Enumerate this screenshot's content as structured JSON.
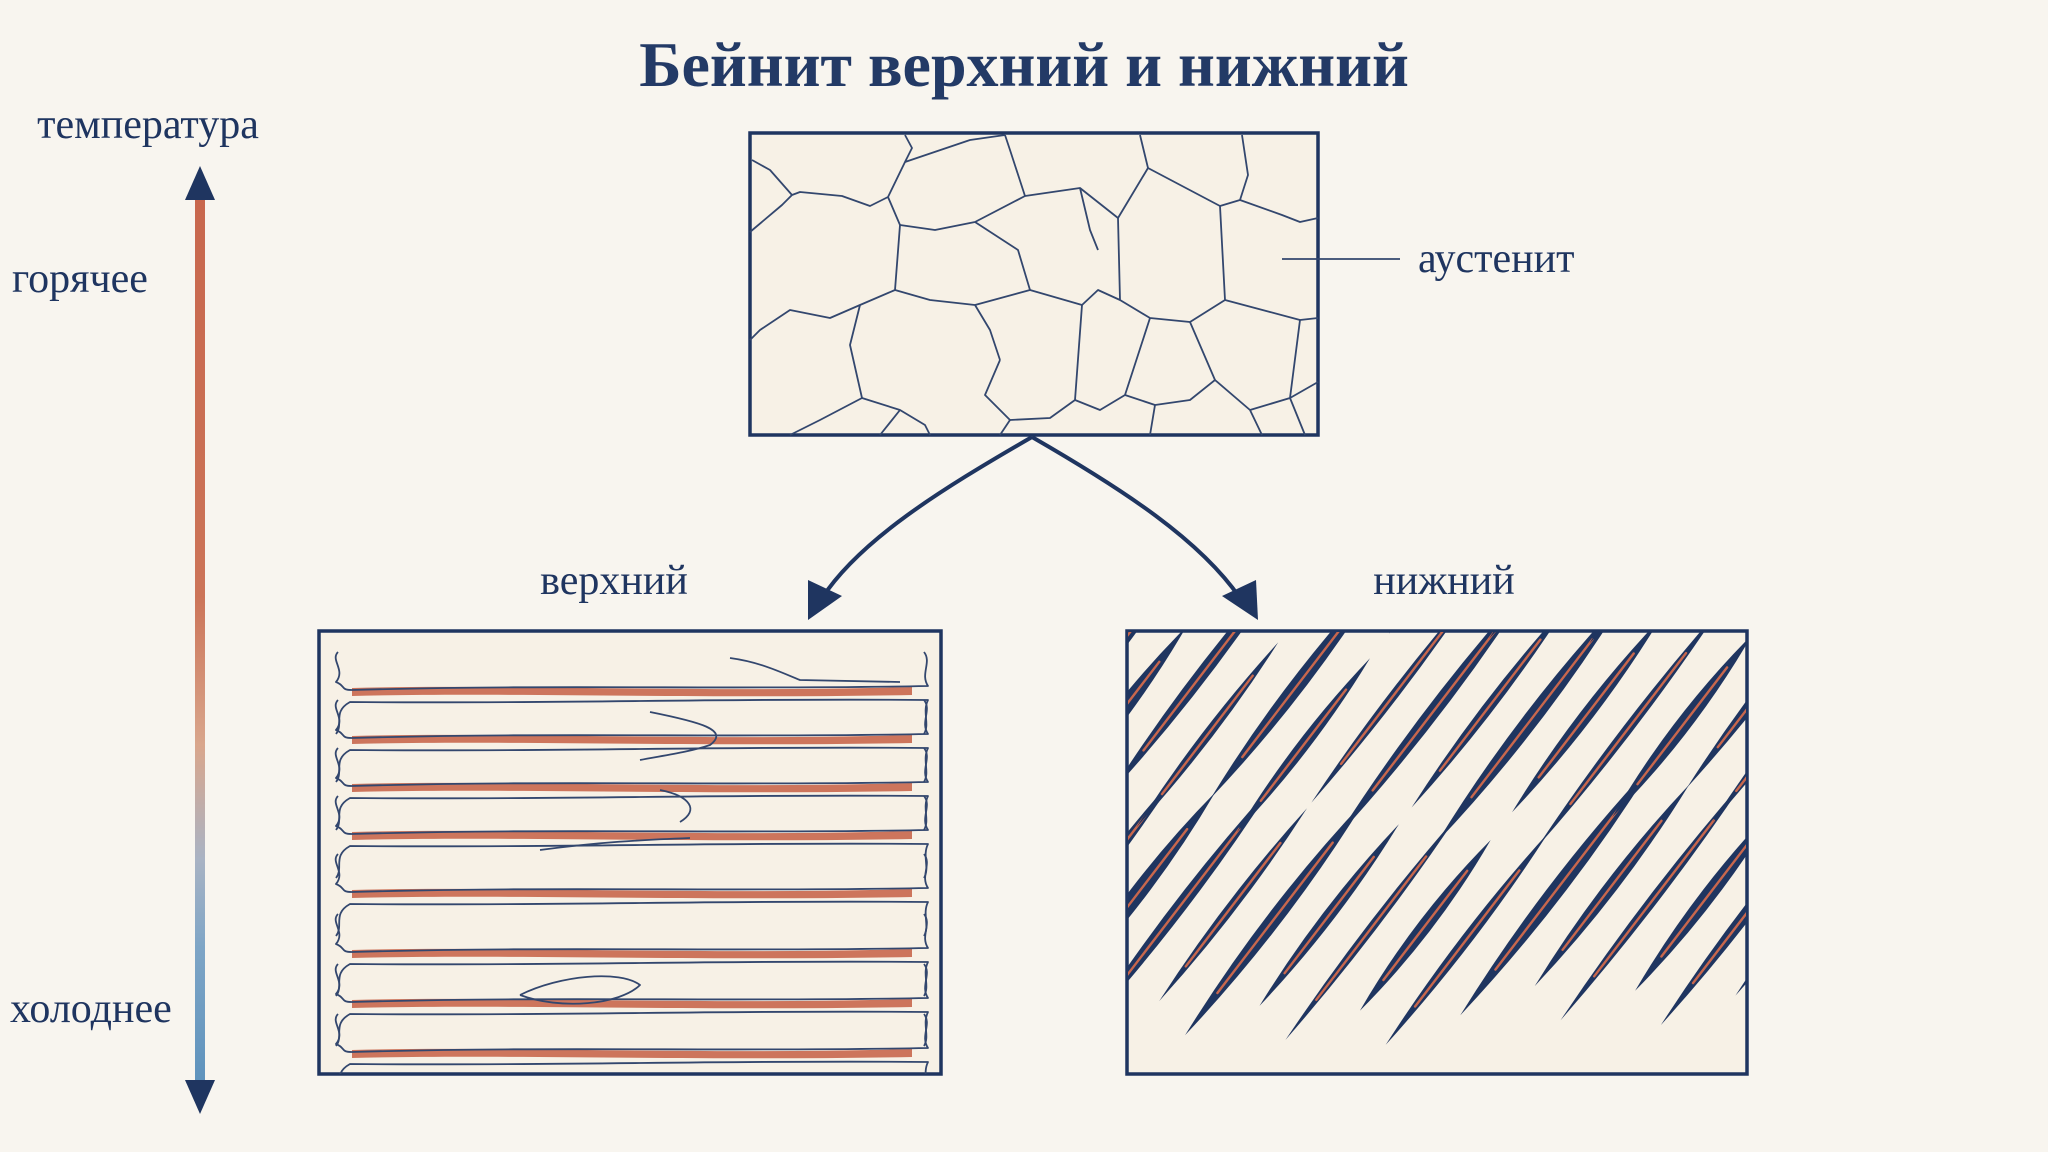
{
  "title": "Бейнит верхний и нижний",
  "temperature_axis": {
    "label": "температура",
    "hot_label": "горячее",
    "cold_label": "холоднее",
    "hot_color": "#c8674d",
    "cold_color": "#5f93bd"
  },
  "panels": {
    "austenite": {
      "label": "аустенит"
    },
    "upper": {
      "label": "верхний",
      "accent_color": "#c8674d"
    },
    "lower": {
      "label": "нижний",
      "needle_color": "#1f3560",
      "accent_color": "#c8674d"
    }
  }
}
